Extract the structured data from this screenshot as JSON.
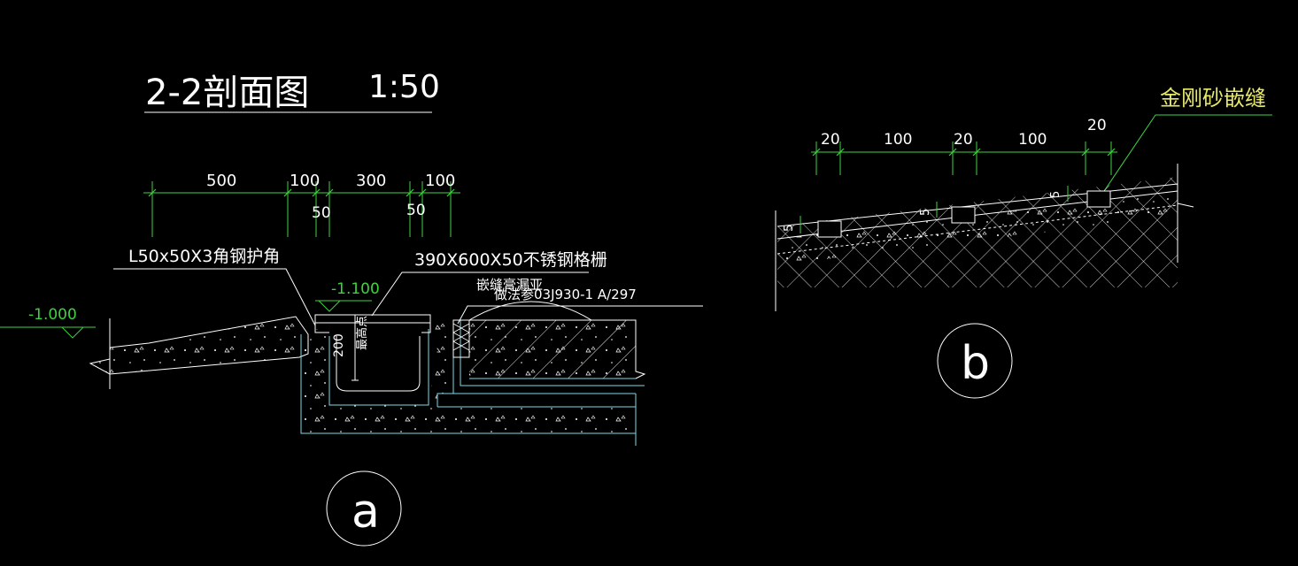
{
  "detail_a": {
    "title": "2-2剖面图",
    "scale": "1:50",
    "top_dims": [
      "500",
      "100",
      "300",
      "100"
    ],
    "bottom_dims": [
      "50",
      "50"
    ],
    "label_angle": "L50x50X3角钢护角",
    "label_grate": "390X600X50不锈钢格栅",
    "label_joint": "嵌缝膏漏亚",
    "label_ref": "做法参03J930-1 A/297",
    "elev_right": "-1.100",
    "elev_left": "-1.000",
    "depth_dim": "200",
    "high_point": "最高点",
    "marker": "a"
  },
  "detail_b": {
    "dims": [
      "20",
      "100",
      "20",
      "100",
      "20"
    ],
    "small_dims": [
      "5",
      "5",
      "5"
    ],
    "label": "金刚砂嵌缝",
    "marker": "b"
  },
  "colors": {
    "background": "#000000",
    "text_white": "#ffffff",
    "dim_green": "#3fd23f",
    "label_yellow": "#e8e86a",
    "outline_cyan": "#7fd9e6"
  }
}
